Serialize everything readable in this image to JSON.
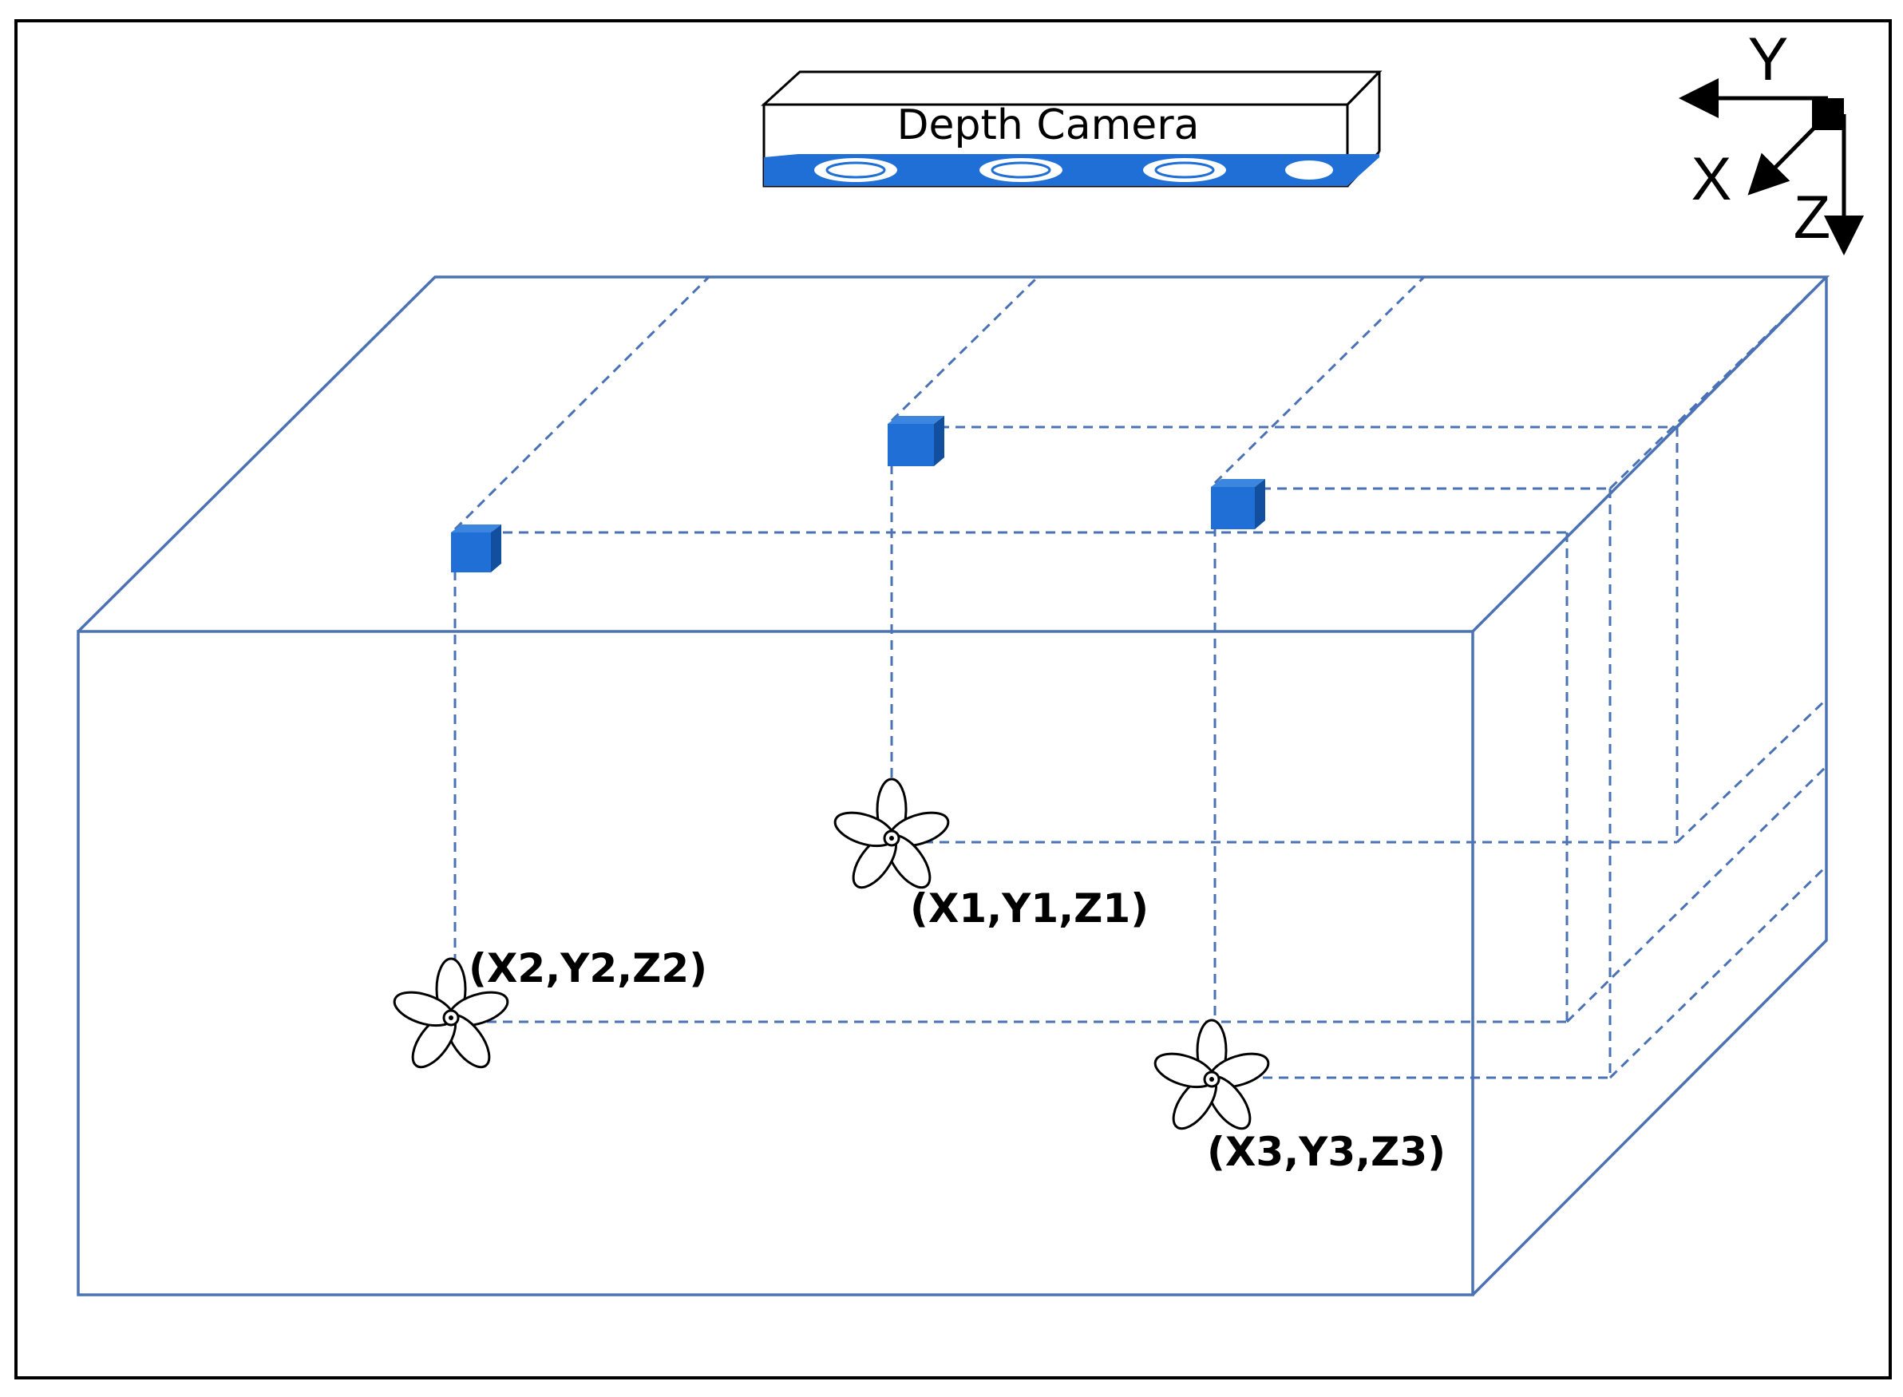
{
  "camera": {
    "label": "Depth Camera"
  },
  "axes": {
    "y_label": "Y",
    "x_label": "X",
    "z_label": "Z"
  },
  "points": [
    {
      "id": "p1",
      "label": "(X1,Y1,Z1)"
    },
    {
      "id": "p2",
      "label": "(X2,Y2,Z2)"
    },
    {
      "id": "p3",
      "label": "(X3,Y3,Z3)"
    }
  ],
  "colors": {
    "box_line": "#4a72b4",
    "marker_fill": "#1f6fd6",
    "camera_strip": "#1f6fd6",
    "axis": "#000000"
  }
}
